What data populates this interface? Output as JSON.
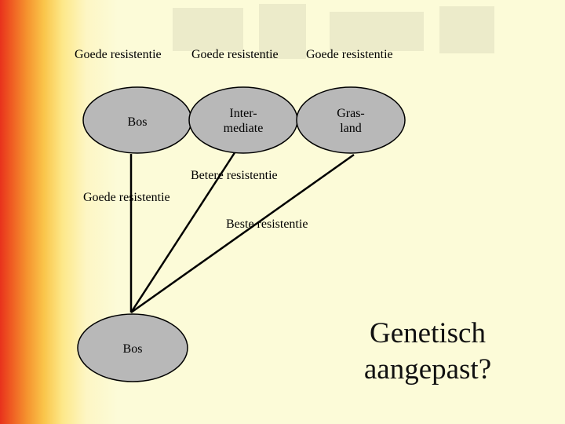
{
  "top_labels": [
    "Goede resistentie",
    "Goede resistentie",
    "Goede resistentie"
  ],
  "top_nodes": [
    {
      "lines": [
        "Bos"
      ]
    },
    {
      "lines": [
        "Inter-",
        "mediate"
      ]
    },
    {
      "lines": [
        "Gras-",
        "land"
      ]
    }
  ],
  "edge_labels": {
    "left": "Goede resistentie",
    "middle": "Betere resistentie",
    "right": "Beste resistentie"
  },
  "bottom_node": {
    "lines": [
      "Bos"
    ]
  },
  "question": {
    "line1": "Genetisch",
    "line2": "aangepast?"
  },
  "colors": {
    "node_fill": "#b8b8b8",
    "edge": "#000000"
  }
}
